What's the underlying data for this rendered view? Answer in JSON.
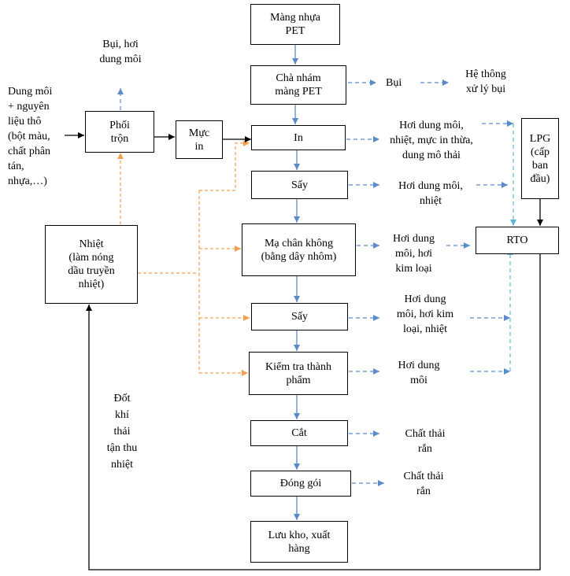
{
  "boxes": {
    "pet": "Màng nhựa\nPET",
    "sanding": "Chà nhám\nmàng PET",
    "print": "In",
    "dry1": "Sấy",
    "vacuum": "Mạ chân không\n(bằng dây nhôm)",
    "dry2": "Sấy",
    "inspect": "Kiểm tra thành\nphẩm",
    "cut": "Cắt",
    "pack": "Đóng gói",
    "store": "Lưu kho, xuất\nhàng",
    "mixing": "Phối\ntrộn",
    "ink": "Mực\nin",
    "heat": "Nhiệt\n(làm nóng\ndầu truyền\nnhiệt)",
    "lpg": "LPG\n(cấp\nban\nđầu)",
    "rto": "RTO"
  },
  "labels": {
    "dust_solvent": "Bụi, hơi\ndung môi",
    "inputs": "Dung môi\n+ nguyên\nliệu thô\n(bột màu,\nchất phân\ntán,\nnhựa,…)",
    "dust": "Bụi",
    "dust_system": "Hệ thông\nxử lý bụi",
    "print_out": "Hơi dung môi,\nnhiệt, mực in thừa,\ndung mô thải",
    "dry1_out": "Hơi dung môi,\nnhiệt",
    "vacuum_out": "Hơi dung\nmôi,  hơi\nkim loại",
    "dry2_out": "Hơi dung\nmôi, hơi kim\nloại, nhiệt",
    "inspect_out": "Hơi dung\nmôi",
    "cut_out": "Chất thải\nrắn",
    "pack_out": "Chất thải\nrắn",
    "burn": "Đốt\nkhí\nthải\ntận thu\nnhiệt"
  },
  "colors": {
    "process_arrow": "#5b8bc9",
    "emission_arrow": "#5b8bc9",
    "rto_feed": "#5bb8d8",
    "heat_arrow": "#f0a050",
    "main_line": "#000000"
  }
}
